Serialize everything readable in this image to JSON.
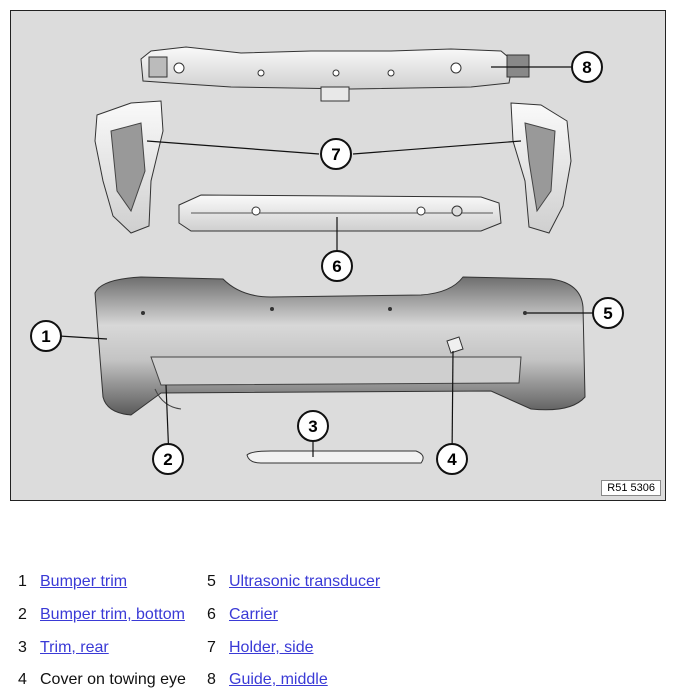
{
  "figure": {
    "code": "R51 5306",
    "colors": {
      "background": "#dcdcdc",
      "part_fill": "#f4f4f4",
      "bumper_dark": "#7a7a7a",
      "link": "#3a3ad6"
    },
    "callouts": [
      "1",
      "2",
      "3",
      "4",
      "5",
      "6",
      "7",
      "8"
    ]
  },
  "legend": {
    "rows": [
      {
        "left": {
          "num": "1",
          "label": "Bumper trim",
          "link": true
        },
        "right": {
          "num": "5",
          "label": "Ultrasonic transducer",
          "link": true
        }
      },
      {
        "left": {
          "num": "2",
          "label": "Bumper trim, bottom",
          "link": true
        },
        "right": {
          "num": "6",
          "label": "Carrier",
          "link": true
        }
      },
      {
        "left": {
          "num": "3",
          "label": "Trim, rear",
          "link": true
        },
        "right": {
          "num": "7",
          "label": "Holder, side",
          "link": true
        }
      },
      {
        "left": {
          "num": "4",
          "label": "Cover on towing eye",
          "link": false
        },
        "right": {
          "num": "8",
          "label": "Guide, middle",
          "link": true
        }
      }
    ]
  }
}
